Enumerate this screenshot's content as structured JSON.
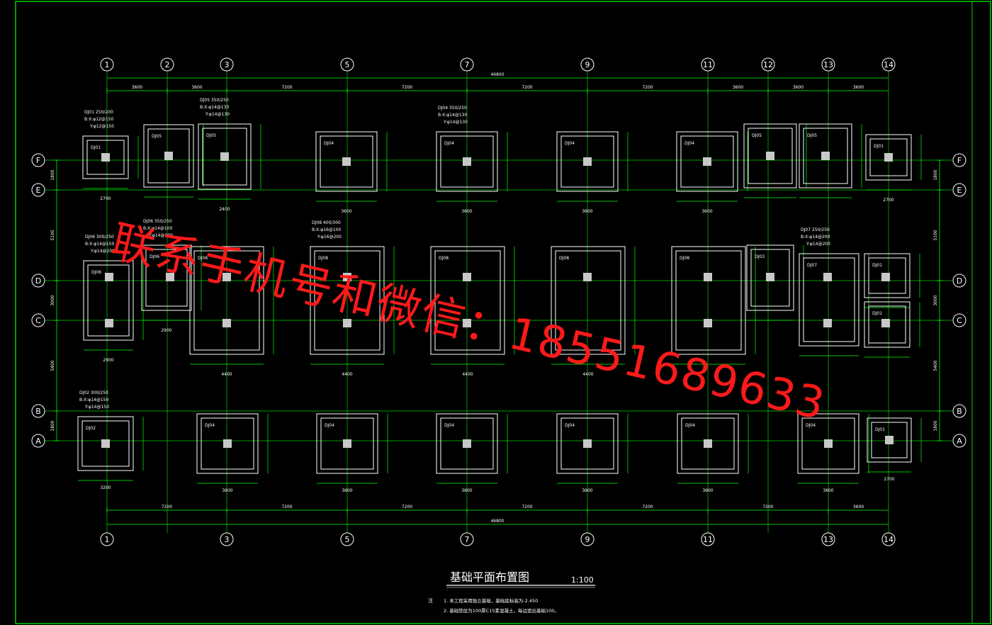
{
  "colors": {
    "background": "#000000",
    "grid_line": "#00d000",
    "dim_line": "#00ff00",
    "footing": "#ffffff",
    "text": "#ffffff",
    "watermark": "#ff1a1a"
  },
  "title": "基础平面布置图",
  "scale": "1:100",
  "notes": {
    "prefix": "注",
    "line1": "1. 本工程采用独立基础，基础底标高为-2.450",
    "line2": "2. 基础垫层为100厚C15素混凝土，每边宽出基础100。"
  },
  "watermark": "联系手机号和微信：18551689633",
  "axes": {
    "top": [
      "1",
      "2",
      "3",
      "5",
      "7",
      "9",
      "11",
      "12",
      "13",
      "14"
    ],
    "bottom": [
      "1",
      "3",
      "5",
      "7",
      "9",
      "11",
      "13",
      "14"
    ],
    "rows": [
      "F",
      "E",
      "D",
      "C",
      "B",
      "A"
    ]
  },
  "dims": {
    "top_total": "46800",
    "top_spans": [
      "3600",
      "3600",
      "7200",
      "7200",
      "7200",
      "7200",
      "3600",
      "3600",
      "3600"
    ],
    "bottom_total": "46800",
    "bottom_spans": [
      "7200",
      "7200",
      "7200",
      "7200",
      "7200",
      "7200",
      "3600"
    ],
    "left_spans": [
      "1800",
      "5100",
      "3000",
      "5400",
      "1800"
    ],
    "right_spans": [
      "1800",
      "5100",
      "3000",
      "5400",
      "1800"
    ]
  },
  "footings": {
    "row1": [
      {
        "id": "DJ01",
        "spec": "DJ01 250/200",
        "bx": "B:X:φ12@150",
        "y": "Y:φ12@150"
      },
      {
        "id": "DJ05",
        "spec": "",
        "bx": "",
        "y": ""
      },
      {
        "id": "DJ05",
        "spec": "DJ05 350/250",
        "bx": "B:X:φ14@130",
        "y": "Y:φ14@130"
      },
      {
        "id": "DJ04",
        "spec": "",
        "bx": "",
        "y": ""
      },
      {
        "id": "DJ04",
        "spec": "DJ04 350/250",
        "bx": "B:X:φ14@130",
        "y": "Y:φ14@130"
      },
      {
        "id": "DJ04",
        "spec": "",
        "bx": "",
        "y": ""
      },
      {
        "id": "DJ04",
        "spec": "",
        "bx": "",
        "y": ""
      },
      {
        "id": "DJ05",
        "spec": "",
        "bx": "",
        "y": ""
      },
      {
        "id": "DJ05",
        "spec": "",
        "bx": "",
        "y": ""
      },
      {
        "id": "DJ01",
        "spec": "",
        "bx": "",
        "y": ""
      }
    ],
    "row2": [
      {
        "id": "DJ06",
        "spec": "DJ06 300/250",
        "bx": "B:X:φ14@150",
        "y": "Y:φ14@200"
      },
      {
        "id": "DJ06",
        "spec": "DJ06 350/250",
        "bx": "B:X:φ14@100",
        "y": "Y:φ14@200"
      },
      {
        "id": "DJ08",
        "spec": "",
        "bx": "",
        "y": ""
      },
      {
        "id": "DJ08",
        "spec": "DJ08 400/300",
        "bx": "B:X:φ16@100",
        "y": "Y:φ16@200"
      },
      {
        "id": "DJ08",
        "spec": "",
        "bx": "",
        "y": ""
      },
      {
        "id": "DJ08",
        "spec": "",
        "bx": "",
        "y": ""
      },
      {
        "id": "DJ08",
        "spec": "",
        "bx": "",
        "y": ""
      },
      {
        "id": "DJ03",
        "spec": "",
        "bx": "",
        "y": ""
      },
      {
        "id": "DJ07",
        "spec": "DJ07 250/250",
        "bx": "B:X:φ14@200",
        "y": "Y:φ14@200"
      },
      {
        "id": "DJ01",
        "spec": "",
        "bx": "",
        "y": ""
      },
      {
        "id": "DJ01",
        "spec": "",
        "bx": "",
        "y": ""
      }
    ],
    "row3": [
      {
        "id": "DJ02",
        "spec": "DJ02 300/250",
        "bx": "B:X:φ14@150",
        "y": "Y:φ14@150"
      },
      {
        "id": "DJ04",
        "spec": "",
        "bx": "",
        "y": ""
      },
      {
        "id": "DJ04",
        "spec": "",
        "bx": "",
        "y": ""
      },
      {
        "id": "DJ04",
        "spec": "",
        "bx": "",
        "y": ""
      },
      {
        "id": "DJ04",
        "spec": "",
        "bx": "",
        "y": ""
      },
      {
        "id": "DJ04",
        "spec": "",
        "bx": "",
        "y": ""
      },
      {
        "id": "DJ04",
        "spec": "",
        "bx": "",
        "y": ""
      },
      {
        "id": "DJ01",
        "spec": "",
        "bx": "",
        "y": ""
      }
    ]
  },
  "footing_dims": {
    "row1_width": [
      "2700",
      "",
      "2400",
      "3600",
      "3600",
      "3600",
      "3600",
      "",
      "",
      "2700"
    ],
    "row2_width": [
      "2900",
      "2900",
      "4400",
      "4400",
      "4400",
      "4400",
      "",
      "",
      "",
      ""
    ],
    "row3_width": [
      "3200",
      "3600",
      "3600",
      "3600",
      "3600",
      "3600",
      "3600",
      "2700"
    ]
  }
}
